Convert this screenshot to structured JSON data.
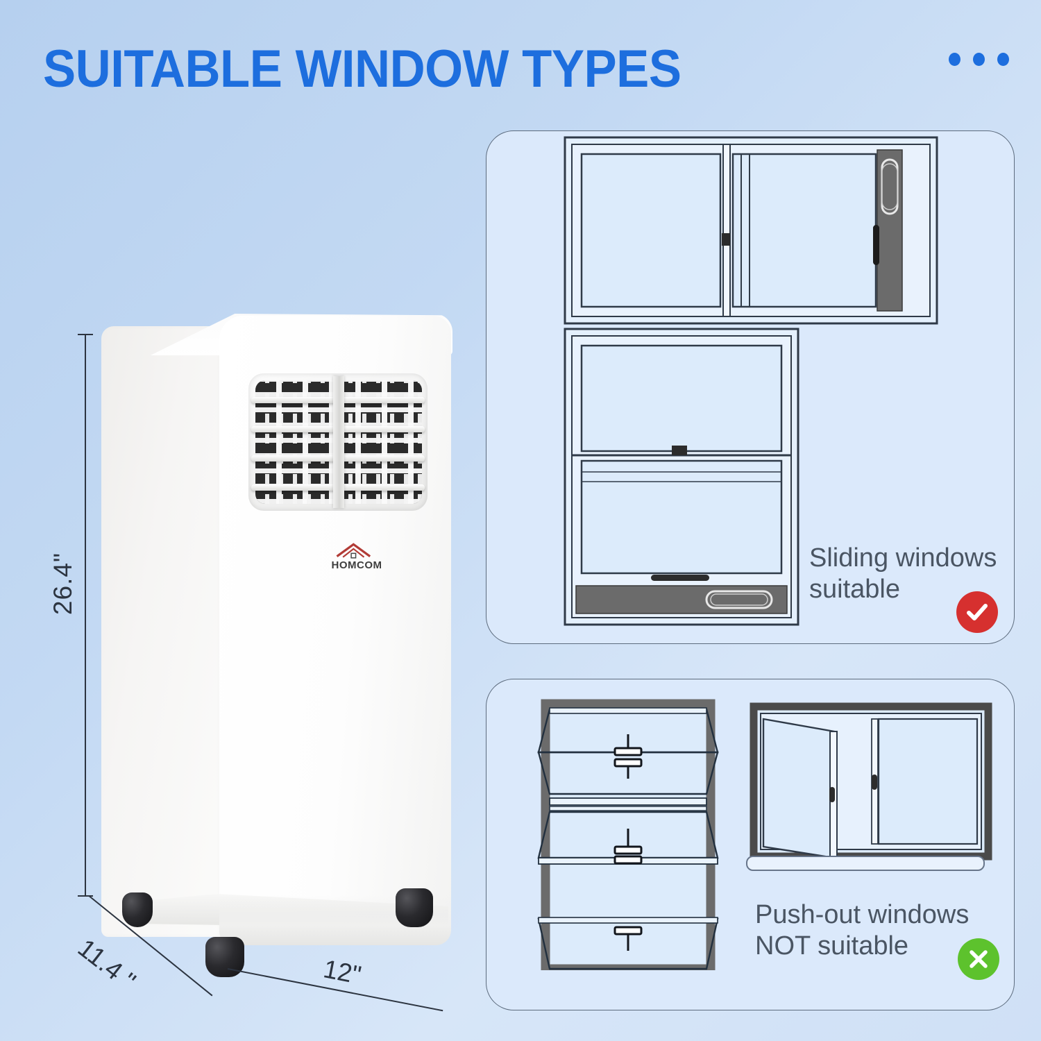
{
  "header": {
    "title": "SUITABLE WINDOW TYPES",
    "accent_color": "#1d6ede",
    "dots_count": 3
  },
  "product": {
    "brand": "HOMCOM",
    "dimensions": {
      "height_label": "26.4\"",
      "depth_label": "11.4 \"",
      "width_label": "12\""
    },
    "parts": {
      "vent": "air-vent-grille",
      "casters": "swivel-casters",
      "logo": "homcom-logo"
    }
  },
  "panels": [
    {
      "id": "suitable",
      "caption": "Sliding windows\nsuitable",
      "badge": {
        "type": "check",
        "color": "#d6302f",
        "glyph": "check-mark"
      },
      "diagrams": [
        {
          "name": "horizontal-sliding-window",
          "track_color": "#6b6b6b"
        },
        {
          "name": "vertical-sliding-window",
          "sill_color": "#6b6b6b"
        }
      ]
    },
    {
      "id": "unsuitable",
      "caption": "Push-out windows\nNOT suitable",
      "badge": {
        "type": "cross",
        "color": "#5dc22d",
        "glyph": "x-mark"
      },
      "diagrams": [
        {
          "name": "awning-push-out-window",
          "frame_color": "#6b6b6b"
        },
        {
          "name": "casement-push-out-window",
          "frame_color": "#4a4a4a"
        }
      ]
    }
  ],
  "colors": {
    "background_top_left": "#b6d0ef",
    "background_bottom_right": "#cfe0f6",
    "panel_fill": "#dbe9fb",
    "panel_border": "#5c6b7d",
    "caption_text": "#4a5563",
    "dimension_text": "#2c3440"
  }
}
